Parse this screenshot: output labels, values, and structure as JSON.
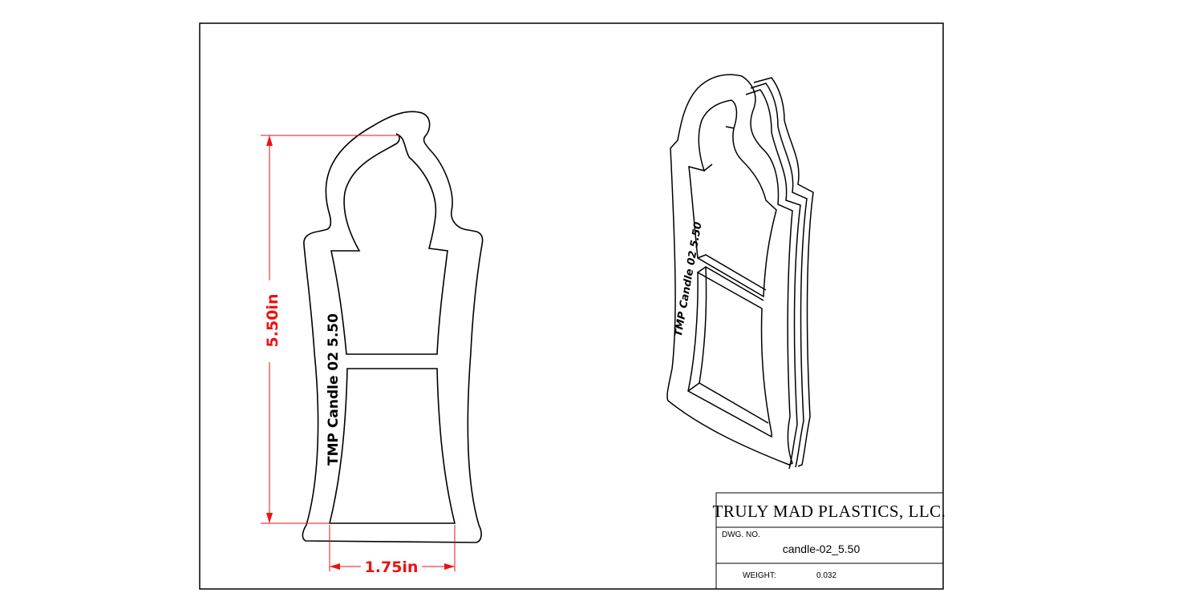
{
  "drawing": {
    "dimensions": {
      "height_label": "5.50in",
      "width_label": "1.75in",
      "color": "#ee1111"
    },
    "engraving_front": "TMP Candle 02  5.50",
    "engraving_iso": "TMP Candle 02  5.50"
  },
  "title_block": {
    "company": "TRULY MAD PLASTICS, LLC.",
    "dwg_no_label": "DWG.  NO.",
    "dwg_no_value": "candle-02_5.50",
    "weight_label": "WEIGHT:",
    "weight_value": "0.032"
  }
}
